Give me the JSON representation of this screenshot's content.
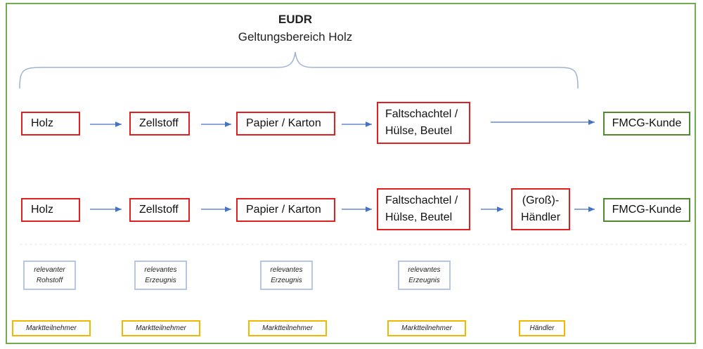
{
  "title": "EUDR",
  "subtitle": "Geltungsbereich Holz",
  "row1": [
    "Holz",
    "Zellstoff",
    "Papier / Karton",
    [
      "Faltschachtel /",
      "Hülse, Beutel"
    ],
    "FMCG-Kunde"
  ],
  "row2": [
    "Holz",
    "Zellstoff",
    "Papier / Karton",
    [
      "Faltschachtel /",
      "Hülse, Beutel"
    ],
    [
      "(Groß)-",
      "Händler"
    ],
    "FMCG-Kunde"
  ],
  "classification": [
    [
      "relevanter",
      "Rohstoff"
    ],
    [
      "relevantes",
      "Erzeugnis"
    ],
    [
      "relevantes",
      "Erzeugnis"
    ],
    [
      "relevantes",
      "Erzeugnis"
    ]
  ],
  "roles": [
    "Marktteilnehmer",
    "Marktteilnehmer",
    "Marktteilnehmer",
    "Marktteilnehmer",
    "Händler"
  ],
  "colors": {
    "frame": "#6fae4f",
    "process_border": "#e0201e",
    "customer_border": "#4f8a2e",
    "classification_border": "#b4c7e7",
    "role_border": "#f2b800",
    "arrow": "#4472c4",
    "brace": "#9db3d6"
  }
}
